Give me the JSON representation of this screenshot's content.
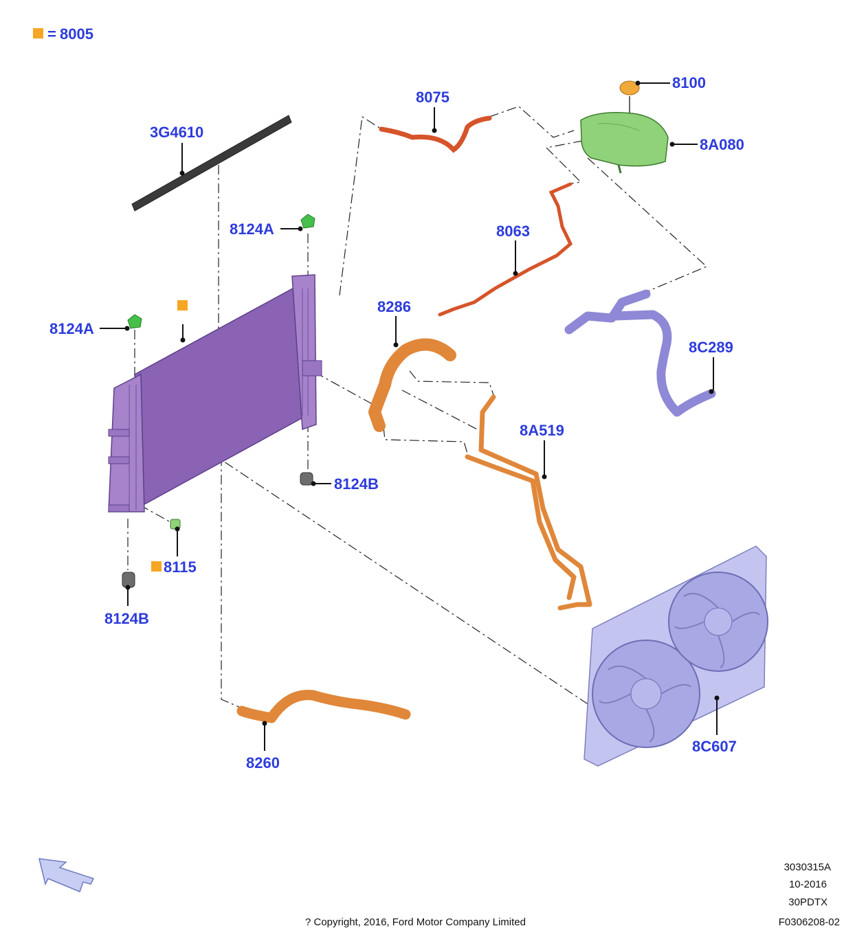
{
  "legend": {
    "symbol_color": "#f5a623",
    "equals": "=",
    "part": "8005"
  },
  "labels": {
    "gasket_3g4610": "3G4610",
    "cap_8100": "8100",
    "hose_8075": "8075",
    "reservoir_8a080": "8A080",
    "bracket_8124a_top": "8124A",
    "bracket_8124a_left": "8124A",
    "hose_8063": "8063",
    "hose_8286": "8286",
    "hose_8c289": "8C289",
    "hose_8a519": "8A519",
    "mount_8124b_right": "8124B",
    "sensor_8115": "8115",
    "mount_8124b_bottom": "8124B",
    "hose_8260": "8260",
    "fan_8c607": "8C607"
  },
  "footer": {
    "copyright": "? Copyright, 2016, Ford Motor Company Limited",
    "ref_code": "3030315A",
    "date": "10-2016",
    "model": "30PDTX",
    "figure": "F0306208-02"
  },
  "colors": {
    "label": "#2d3bdc",
    "radiator": "#8a63b5",
    "hose_orange": "#e0873a",
    "hose_red": "#d6542a",
    "hose_violet": "#8e88d6",
    "reservoir": "#8fd27a",
    "cap": "#f2a93b",
    "fan": "#b8b8ec",
    "bracket": "#46c04a",
    "mount": "#707070"
  },
  "icons": {
    "direction_arrow": "arrow-icon"
  }
}
